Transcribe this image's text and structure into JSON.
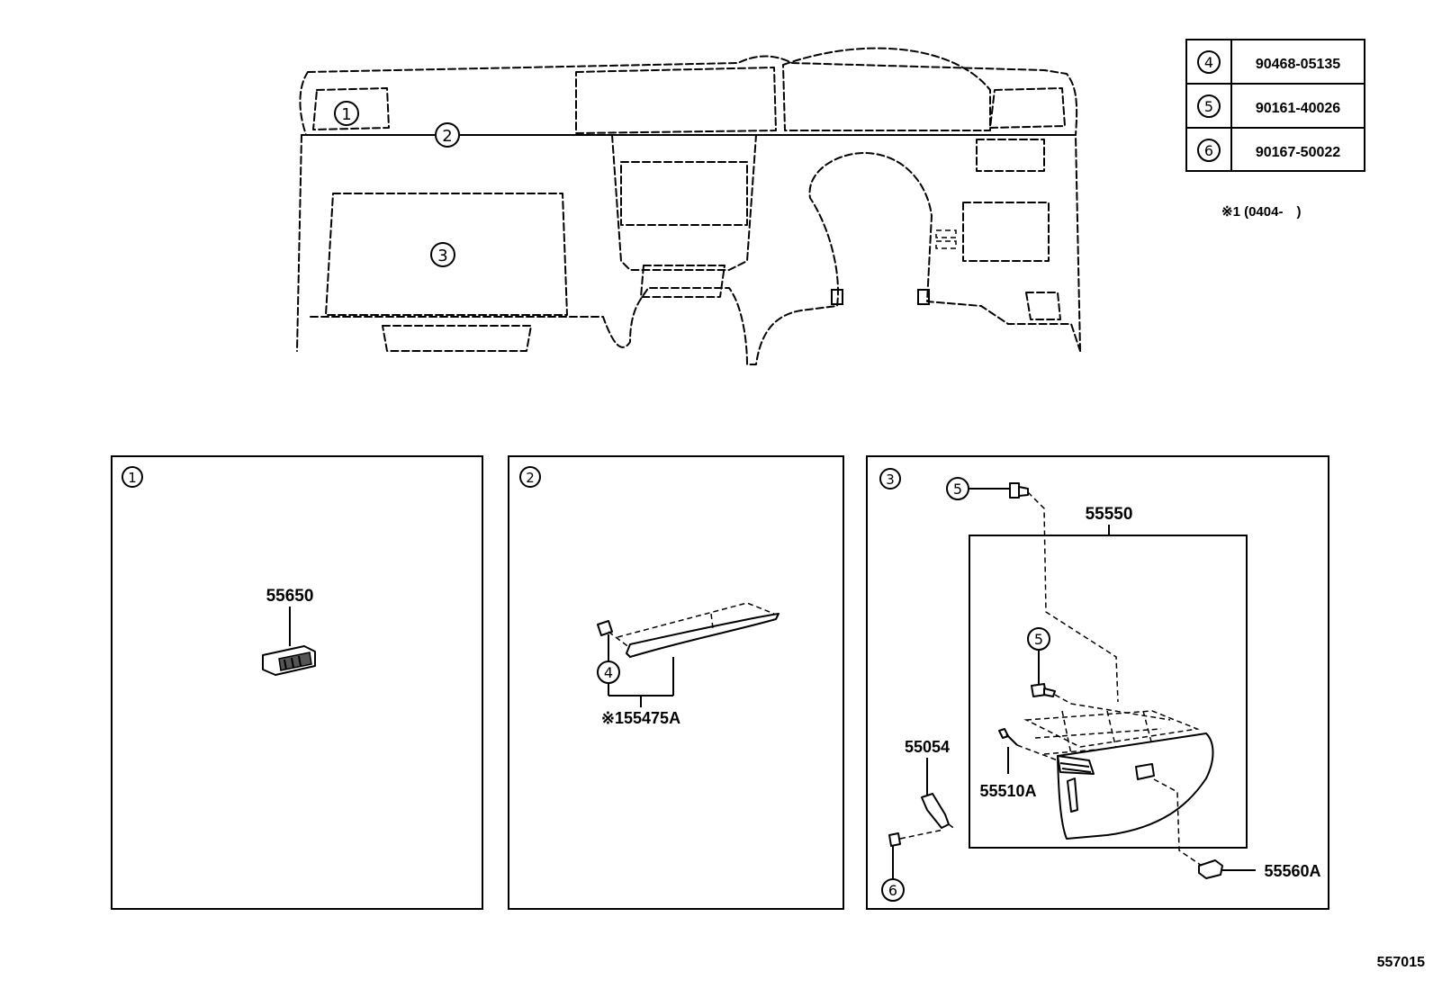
{
  "overview": {
    "callout_1": "1",
    "callout_2": "2",
    "callout_3": "3"
  },
  "fastener_table": {
    "rows": [
      {
        "index": "4",
        "part_no": "90468-05135"
      },
      {
        "index": "5",
        "part_no": "90161-40026"
      },
      {
        "index": "6",
        "part_no": "90167-50022"
      }
    ],
    "note": "※1 (0404-　)"
  },
  "panel_1": {
    "index": "1",
    "part_55650": "55650"
  },
  "panel_2": {
    "index": "2",
    "callout_4": "4",
    "part_55475A": "※155475A"
  },
  "panel_3": {
    "index": "3",
    "callout_5_top": "5",
    "callout_5_mid": "5",
    "callout_6": "6",
    "part_55550": "55550",
    "part_55054": "55054",
    "part_55510A": "55510A",
    "part_55560A": "55560A"
  },
  "diagram_id": "557015"
}
